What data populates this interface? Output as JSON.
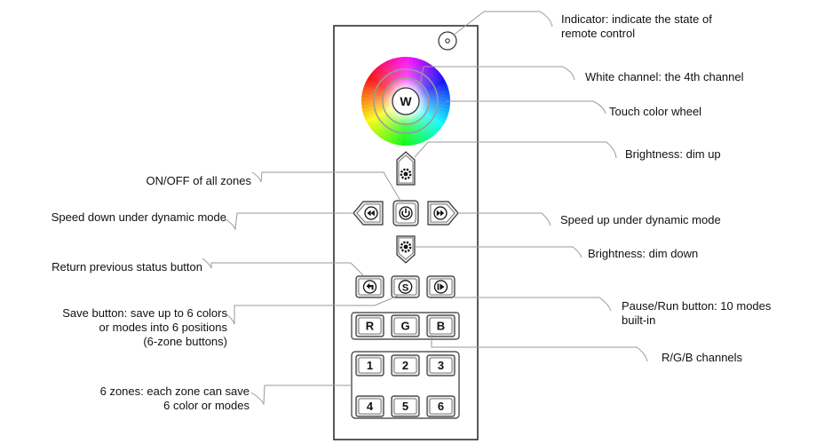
{
  "labels": {
    "indicator": [
      "Indicator: indicate the state of",
      "remote control"
    ],
    "white_channel": "White channel: the 4th channel",
    "color_wheel": "Touch color wheel",
    "dim_up": "Brightness: dim up",
    "on_off": "ON/OFF of all zones",
    "speed_down": "Speed down under dynamic mode",
    "speed_up": "Speed up under dynamic mode",
    "dim_down": "Brightness: dim down",
    "return_prev": "Return previous status button",
    "save": [
      "Save button: save up to 6 colors",
      "or modes into 6 positions",
      "(6-zone buttons)"
    ],
    "pause_run": [
      "Pause/Run button: 10 modes",
      "built-in"
    ],
    "rgb_channels": "R/G/B channels",
    "zones": [
      "6 zones: each zone can save",
      "6 color or modes"
    ]
  },
  "remote": {
    "white_key": "W",
    "save_key": "S",
    "rgb_keys": [
      "R",
      "G",
      "B"
    ],
    "zone_keys": [
      "1",
      "2",
      "3",
      "4",
      "5",
      "6"
    ]
  },
  "icons": {
    "indicator": "indicator-led-icon",
    "power": "power-icon",
    "dim_up": "gear-sun-icon",
    "dim_down": "gear-sun-icon",
    "speed_down": "rewind-icon",
    "speed_up": "fast-forward-icon",
    "return": "return-arrow-icon",
    "pause_run": "play-pause-icon"
  }
}
